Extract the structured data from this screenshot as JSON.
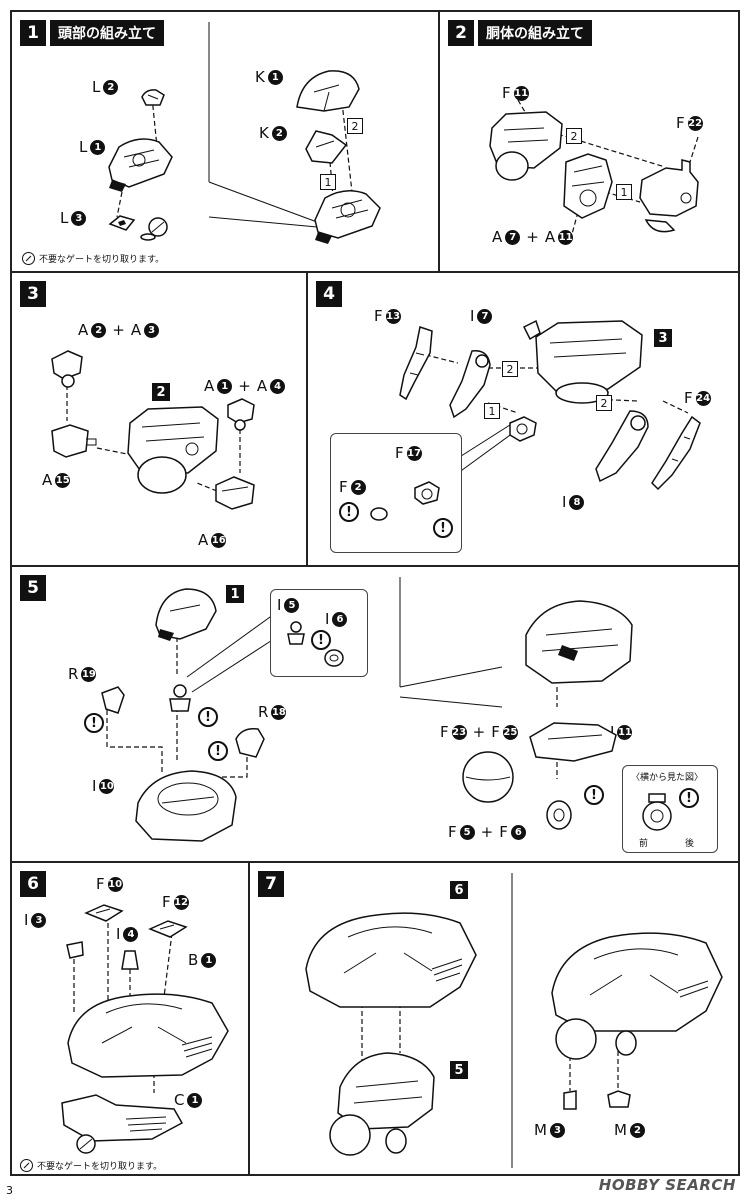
{
  "steps": [
    {
      "num": "1",
      "title": "頭部の組み立て"
    },
    {
      "num": "2",
      "title": "胴体の組み立て"
    },
    {
      "num": "3"
    },
    {
      "num": "4"
    },
    {
      "num": "5"
    },
    {
      "num": "6"
    },
    {
      "num": "7"
    }
  ],
  "labels": {
    "p1_l2": "L",
    "p1_l2_n": "2",
    "p1_l1": "L",
    "p1_l1_n": "1",
    "p1_l3": "L",
    "p1_l3_n": "3",
    "p1_k1": "K",
    "p1_k1_n": "1",
    "p1_k2": "K",
    "p1_k2_n": "2",
    "p2_f11": "F",
    "p2_f11_n": "11",
    "p2_f22": "F",
    "p2_f22_n": "22",
    "p2_a": "A",
    "p2_a_n1": "7",
    "p2_a2": "A",
    "p2_a_n2": "11",
    "p3_a": "A",
    "p3_a_n1": "2",
    "p3_a2": "A",
    "p3_a_n2": "3",
    "p3_b": "A",
    "p3_b_n1": "1",
    "p3_b2": "A",
    "p3_b_n2": "4",
    "p3_a15": "A",
    "p3_a15_n": "15",
    "p3_a16": "A",
    "p3_a16_n": "16",
    "p4_f13": "F",
    "p4_f13_n": "13",
    "p4_i7": "I",
    "p4_i7_n": "7",
    "p4_f24": "F",
    "p4_f24_n": "24",
    "p4_i8": "I",
    "p4_i8_n": "8",
    "p4_f17": "F",
    "p4_f17_n": "17",
    "p4_f2": "F",
    "p4_f2_n": "2",
    "p5_r19": "R",
    "p5_r19_n": "19",
    "p5_r18": "R",
    "p5_r18_n": "18",
    "p5_i10": "I",
    "p5_i10_n": "10",
    "p5_i5": "I",
    "p5_i5_n": "5",
    "p5_i6": "I",
    "p5_i6_n": "6",
    "p5_f23": "F",
    "p5_f23_n": "23",
    "p5_f25": "F",
    "p5_f25_n": "25",
    "p5_i11": "I",
    "p5_i11_n": "11",
    "p5_f5": "F",
    "p5_f5_n": "5",
    "p5_f6": "F",
    "p5_f6_n": "6",
    "p6_f10": "F",
    "p6_f10_n": "10",
    "p6_f12": "F",
    "p6_f12_n": "12",
    "p6_i3": "I",
    "p6_i3_n": "3",
    "p6_i4": "I",
    "p6_i4_n": "4",
    "p6_b1": "B",
    "p6_b1_n": "1",
    "p6_c1": "C",
    "p6_c1_n": "1",
    "p7_m3": "M",
    "p7_m3_n": "3",
    "p7_m2": "M",
    "p7_m2_n": "2"
  },
  "substeps": {
    "one": "1",
    "two": "2"
  },
  "refs": {
    "p1_ref": "1",
    "p3_ref": "2",
    "p4_ref": "3",
    "p7_ref6": "6",
    "p7_ref5": "5"
  },
  "warning_symbol": "!",
  "plus": "+",
  "notes": {
    "gate_cut": "不要なゲートを切り取ります。",
    "side_view": "〈横から見た図〉",
    "front": "前",
    "back": "後"
  },
  "footer": {
    "page": "3",
    "brand": "HOBBY SEARCH"
  }
}
